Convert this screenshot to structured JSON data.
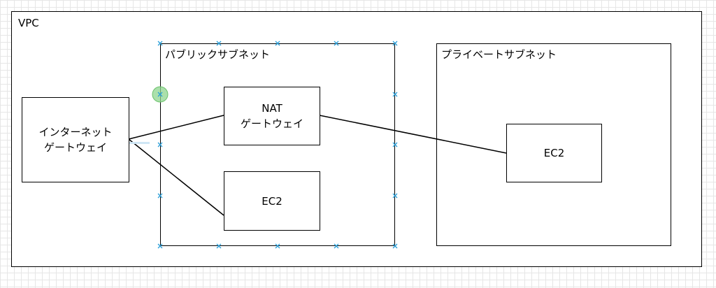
{
  "diagram": {
    "vpc": {
      "label": "VPC"
    },
    "public_subnet": {
      "label": "パブリックサブネット"
    },
    "private_subnet": {
      "label": "プライベートサブネット"
    },
    "internet_gateway": {
      "line1": "インターネット",
      "line2": "ゲートウェイ"
    },
    "nat_gateway": {
      "line1": "NAT",
      "line2": "ゲートウェイ"
    },
    "public_ec2": {
      "label": "EC2"
    },
    "private_ec2": {
      "label": "EC2"
    }
  },
  "colors": {
    "stroke": "#000000",
    "selection_handle": "#2a9fd8",
    "hover_indicator": "#8fd68f",
    "grid": "#e6e6e6"
  }
}
